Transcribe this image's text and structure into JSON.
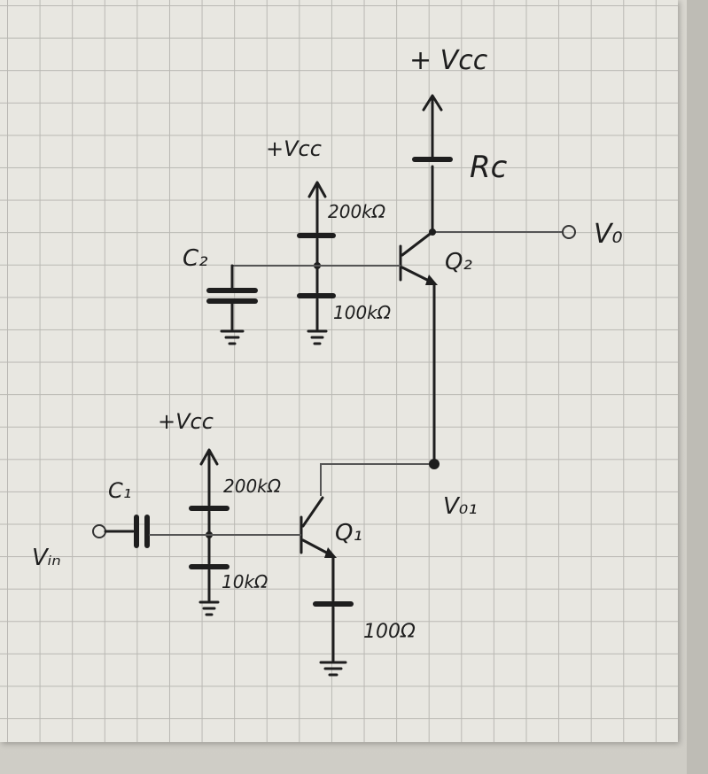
{
  "labels": {
    "vcc_top": "+ Vcc",
    "vcc_mid": "+Vcc",
    "vcc_low": "+Vcc",
    "rc": "Rc",
    "vo": "V₀",
    "q2": "Q₂",
    "q1": "Q₁",
    "c2": "C₂",
    "c1": "C₁",
    "vo1": "V₀₁",
    "vin": "Vᵢₙ",
    "r_200k_top": "200kΩ",
    "r_100k": "100kΩ",
    "r_200k_low": "200kΩ",
    "r_10k": "10kΩ",
    "r_100": "100Ω"
  }
}
